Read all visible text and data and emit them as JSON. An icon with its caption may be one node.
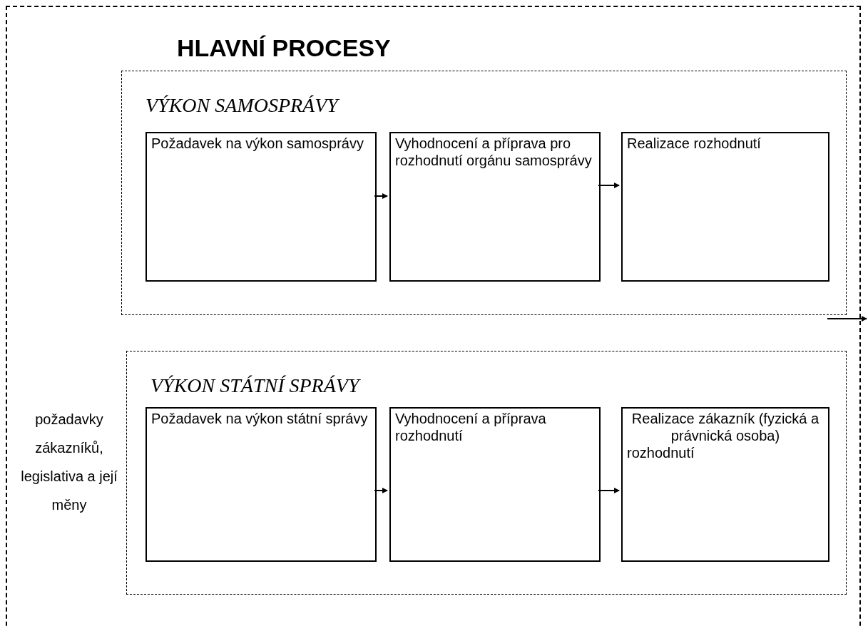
{
  "diagram": {
    "nodes": [
      {
        "text": [
          "HLAVNÍ PROCESY"
        ]
      },
      {
        "text": [
          "VÝKON SAMOSPRÁVY"
        ],
        "in": 0
      },
      {
        "text": [
          "Požadavek na výkon samosprávy"
        ],
        "in": 1
      },
      {
        "text": [
          "Vyhodnocení a příprava pro rozhodnutí orgánu samosprávy"
        ],
        "in": 1
      },
      {
        "text": [
          "Realizace rozhodnutí"
        ],
        "in": 1
      },
      {
        "text": [
          "VÝKON STÁTNÍ SPRÁVY"
        ],
        "in": 0
      },
      {
        "text": [
          "Požadavek na výkon státní správy"
        ],
        "in": 5
      },
      {
        "text": [
          "Vyhodnocení a příprava rozhodnutí"
        ],
        "in": 5
      },
      {
        "text": [
          "Realizace zákazník (fyzická a právnická osoba)",
          "rozhodnutí"
        ],
        "in": 5
      }
    ],
    "edges": [
      {
        "from": 2,
        "to": 3,
        "arrow": "to"
      },
      {
        "from": 3,
        "to": 4,
        "arrow": "to"
      },
      {
        "from": 6,
        "to": 7,
        "arrow": "to"
      },
      {
        "from": 7,
        "to": 8,
        "arrow": "to"
      },
      {
        "from": 1,
        "to": null,
        "arrow": "to"
      }
    ],
    "labels": [
      "požadavky zákazníků, legislativa a její měny"
    ]
  }
}
